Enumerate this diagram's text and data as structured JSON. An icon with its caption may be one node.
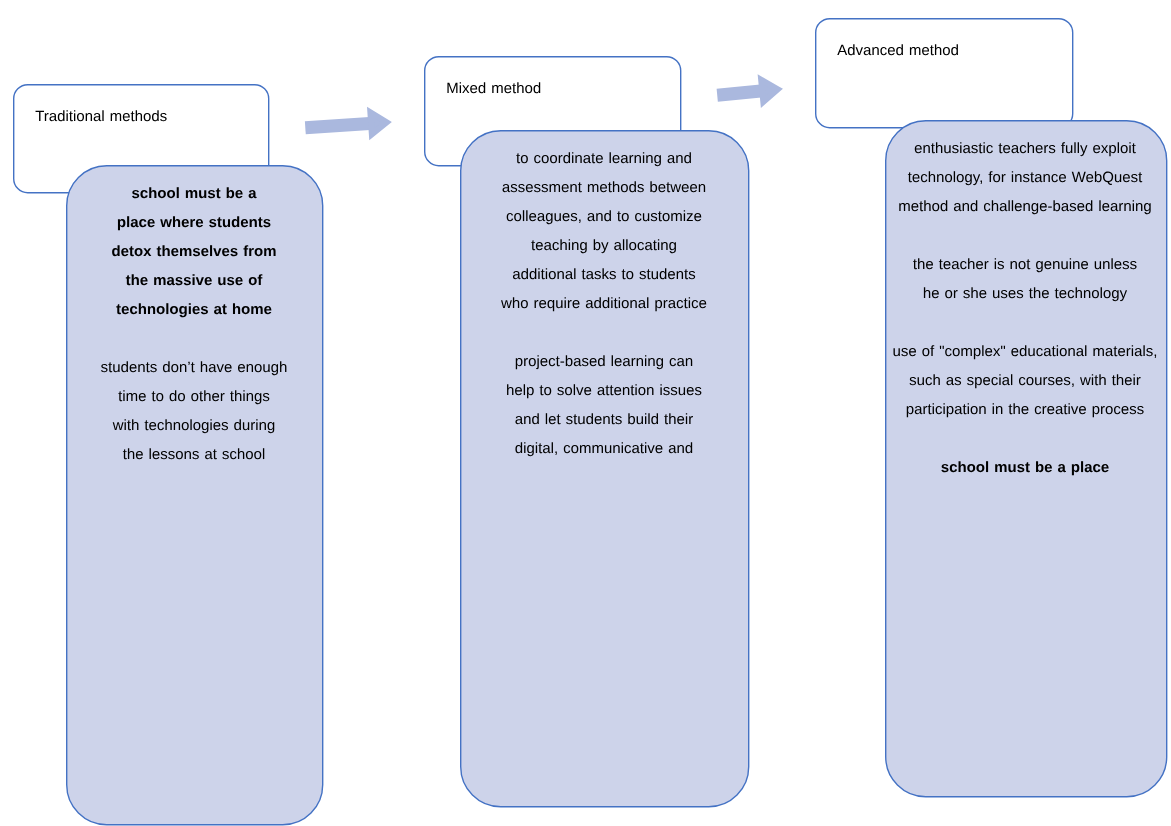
{
  "diagram": {
    "nodes": [
      {
        "text": [
          "Traditional methods"
        ]
      },
      {
        "text": [
          "school must be a place where students detox themselves from the massive use of technologies at home",
          "students don’t have enough time to do other things with technologies during the lessons at school"
        ]
      },
      {
        "text": [
          "Mixed method"
        ]
      },
      {
        "text": [
          "to coordinate learning and assessment methods between colleagues, and to customize teaching by allocating additional tasks to students who require additional practice",
          "project-based learning can help to solve attention issues and let students build their digital, communicative and"
        ]
      },
      {
        "text": [
          "Advanced method"
        ]
      },
      {
        "text": [
          "enthusiastic teachers fully exploit technology, for instance WebQuest method and challenge-based learning",
          "the teacher is not genuine unless he or she uses the technology",
          "use of \"complex\" educational materials, such as special courses, with their participation in the creative process",
          "school must be a place"
        ]
      }
    ],
    "edges": [
      {
        "from": 0,
        "to": 2,
        "arrow": "to"
      },
      {
        "from": 2,
        "to": 4,
        "arrow": "to"
      }
    ]
  }
}
